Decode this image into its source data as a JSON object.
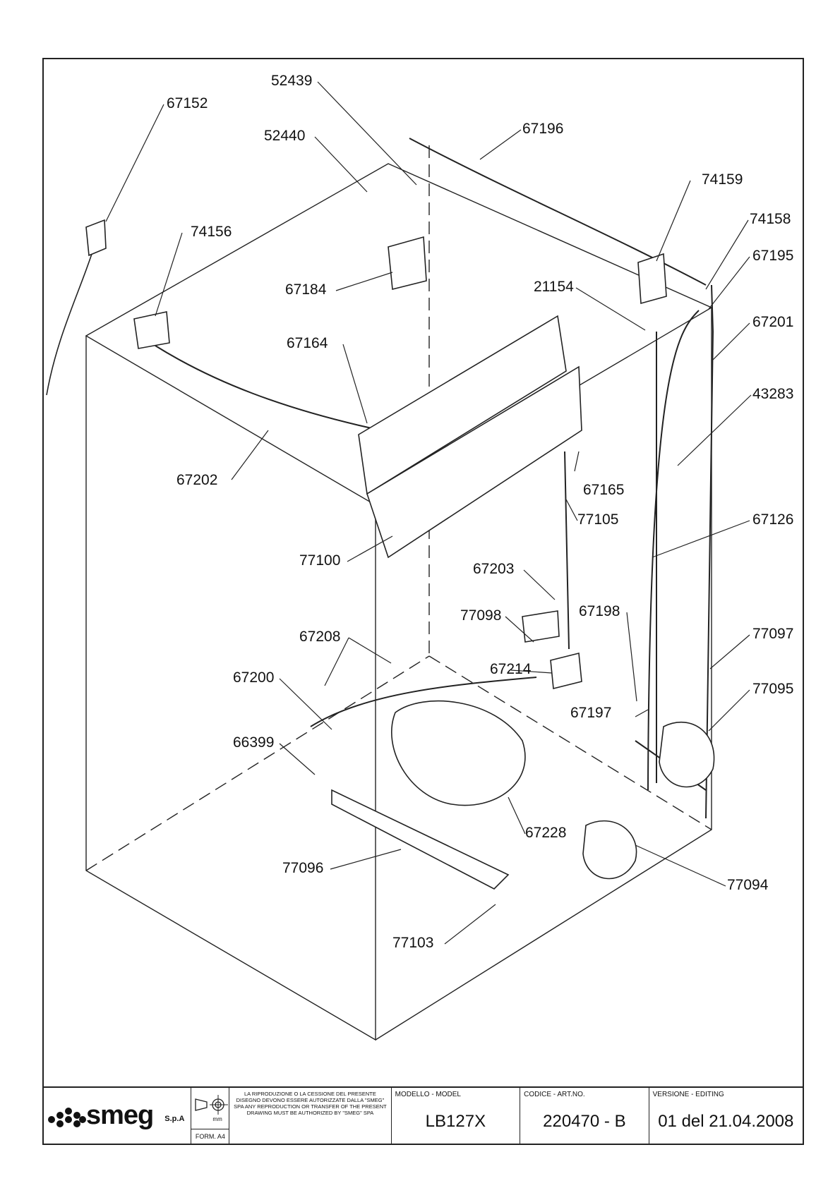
{
  "callouts": [
    "52439",
    "67152",
    "67196",
    "52440",
    "74159",
    "74158",
    "74156",
    "67195",
    "67184",
    "21154",
    "67164",
    "67201",
    "43283",
    "67202",
    "67165",
    "77105",
    "67126",
    "77100",
    "67203",
    "67198",
    "77098",
    "77097",
    "67208",
    "67214",
    "67200",
    "77095",
    "67197",
    "66399",
    "67228",
    "77096",
    "77094",
    "77103"
  ],
  "title_block": {
    "brand": "smeg",
    "brand_suffix": "S.p.A",
    "form_label": "FORM. A4",
    "unit_label": "mm",
    "notice": "LA RIPRODUZIONE O LA CESSIONE DEL PRESENTE DISEGNO DEVONO ESSERE AUTORIZZATE DALLA \"SMEG\" SPA ANY REPRODUCTION OR TRANSFER OF THE PRESENT DRAWING MUST BE AUTHORIZED BY \"SMEG\" SPA",
    "model_label": "MODELLO - MODEL",
    "model_value": "LB127X",
    "code_label": "CODICE - ART.NO.",
    "code_value": "220470 - B",
    "version_label": "VERSIONE - EDITING",
    "version_value": "01 del 21.04.2008"
  }
}
